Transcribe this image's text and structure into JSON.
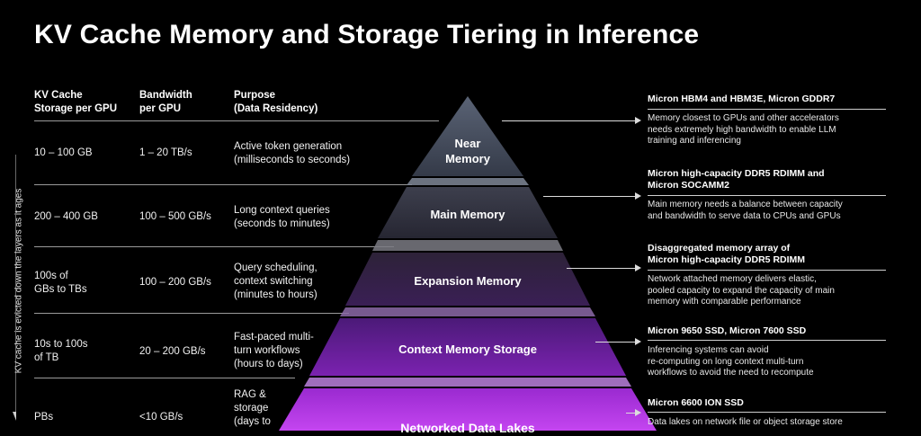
{
  "title": "KV Cache Memory and Storage Tiering in Inference",
  "headers": {
    "storage": [
      "KV Cache",
      "Storage per GPU"
    ],
    "bandwidth": [
      "Bandwidth",
      "per GPU"
    ],
    "purpose": [
      "Purpose",
      "(Data Residency)"
    ]
  },
  "rows": [
    {
      "storage": [
        "10 – 100 GB"
      ],
      "bandwidth": "1 – 20 TB/s",
      "purpose": [
        "Active token generation",
        "(milliseconds to seconds)"
      ]
    },
    {
      "storage": [
        "200 – 400 GB"
      ],
      "bandwidth": "100 – 500 GB/s",
      "purpose": [
        "Long context queries",
        "(seconds to minutes)"
      ]
    },
    {
      "storage": [
        "100s of",
        "GBs to TBs"
      ],
      "bandwidth": "100 – 200 GB/s",
      "purpose": [
        "Query scheduling,",
        "context switching",
        "(minutes to hours)"
      ]
    },
    {
      "storage": [
        "10s to 100s",
        "of TB"
      ],
      "bandwidth": "20 – 200 GB/s",
      "purpose": [
        "Fast-paced multi-",
        "turn workflows",
        "(hours to days)"
      ]
    },
    {
      "storage": [
        "PBs"
      ],
      "bandwidth": "<10 GB/s",
      "purpose": [
        "RAG &",
        "storage",
        "(days to"
      ]
    }
  ],
  "tiers": [
    {
      "label": [
        "Near",
        "Memory"
      ]
    },
    {
      "label": [
        "Main Memory"
      ]
    },
    {
      "label": [
        "Expansion Memory"
      ]
    },
    {
      "label": [
        "Context Memory Storage"
      ]
    },
    {
      "label": [
        "Networked Data Lakes"
      ]
    }
  ],
  "products": [
    {
      "title": [
        "Micron HBM4 and HBM3E, Micron GDDR7"
      ],
      "desc": [
        "Memory closest to GPUs and other accelerators",
        "needs extremely high bandwidth to enable LLM",
        "training and inferencing"
      ]
    },
    {
      "title": [
        "Micron high-capacity DDR5 RDIMM and",
        "Micron SOCAMM2"
      ],
      "desc": [
        "Main memory needs a balance between capacity",
        "and bandwidth to serve data to CPUs and GPUs"
      ]
    },
    {
      "title": [
        "Disaggregated memory array of",
        "Micron high-capacity DDR5 RDIMM"
      ],
      "desc": [
        "Network attached memory delivers elastic,",
        "pooled capacity to expand the capacity of main",
        "memory with comparable performance"
      ]
    },
    {
      "title": [
        "Micron 9650 SSD, Micron 7600 SSD"
      ],
      "desc": [
        "Inferencing systems can avoid",
        "re-computing on long context multi-turn",
        "workflows to avoid the need to recompute"
      ]
    },
    {
      "title": [
        "Micron 6600 ION SSD"
      ],
      "desc": [
        "Data lakes on network file or object storage store"
      ]
    }
  ],
  "side_note": "KV cache is evicted down the layers as it ages",
  "colors": {
    "tier_top": "#3c4150",
    "tier_mid": "#2a1a3c",
    "tier_purple": "#7a1fae",
    "tier_bottom": "#b32fe0"
  }
}
